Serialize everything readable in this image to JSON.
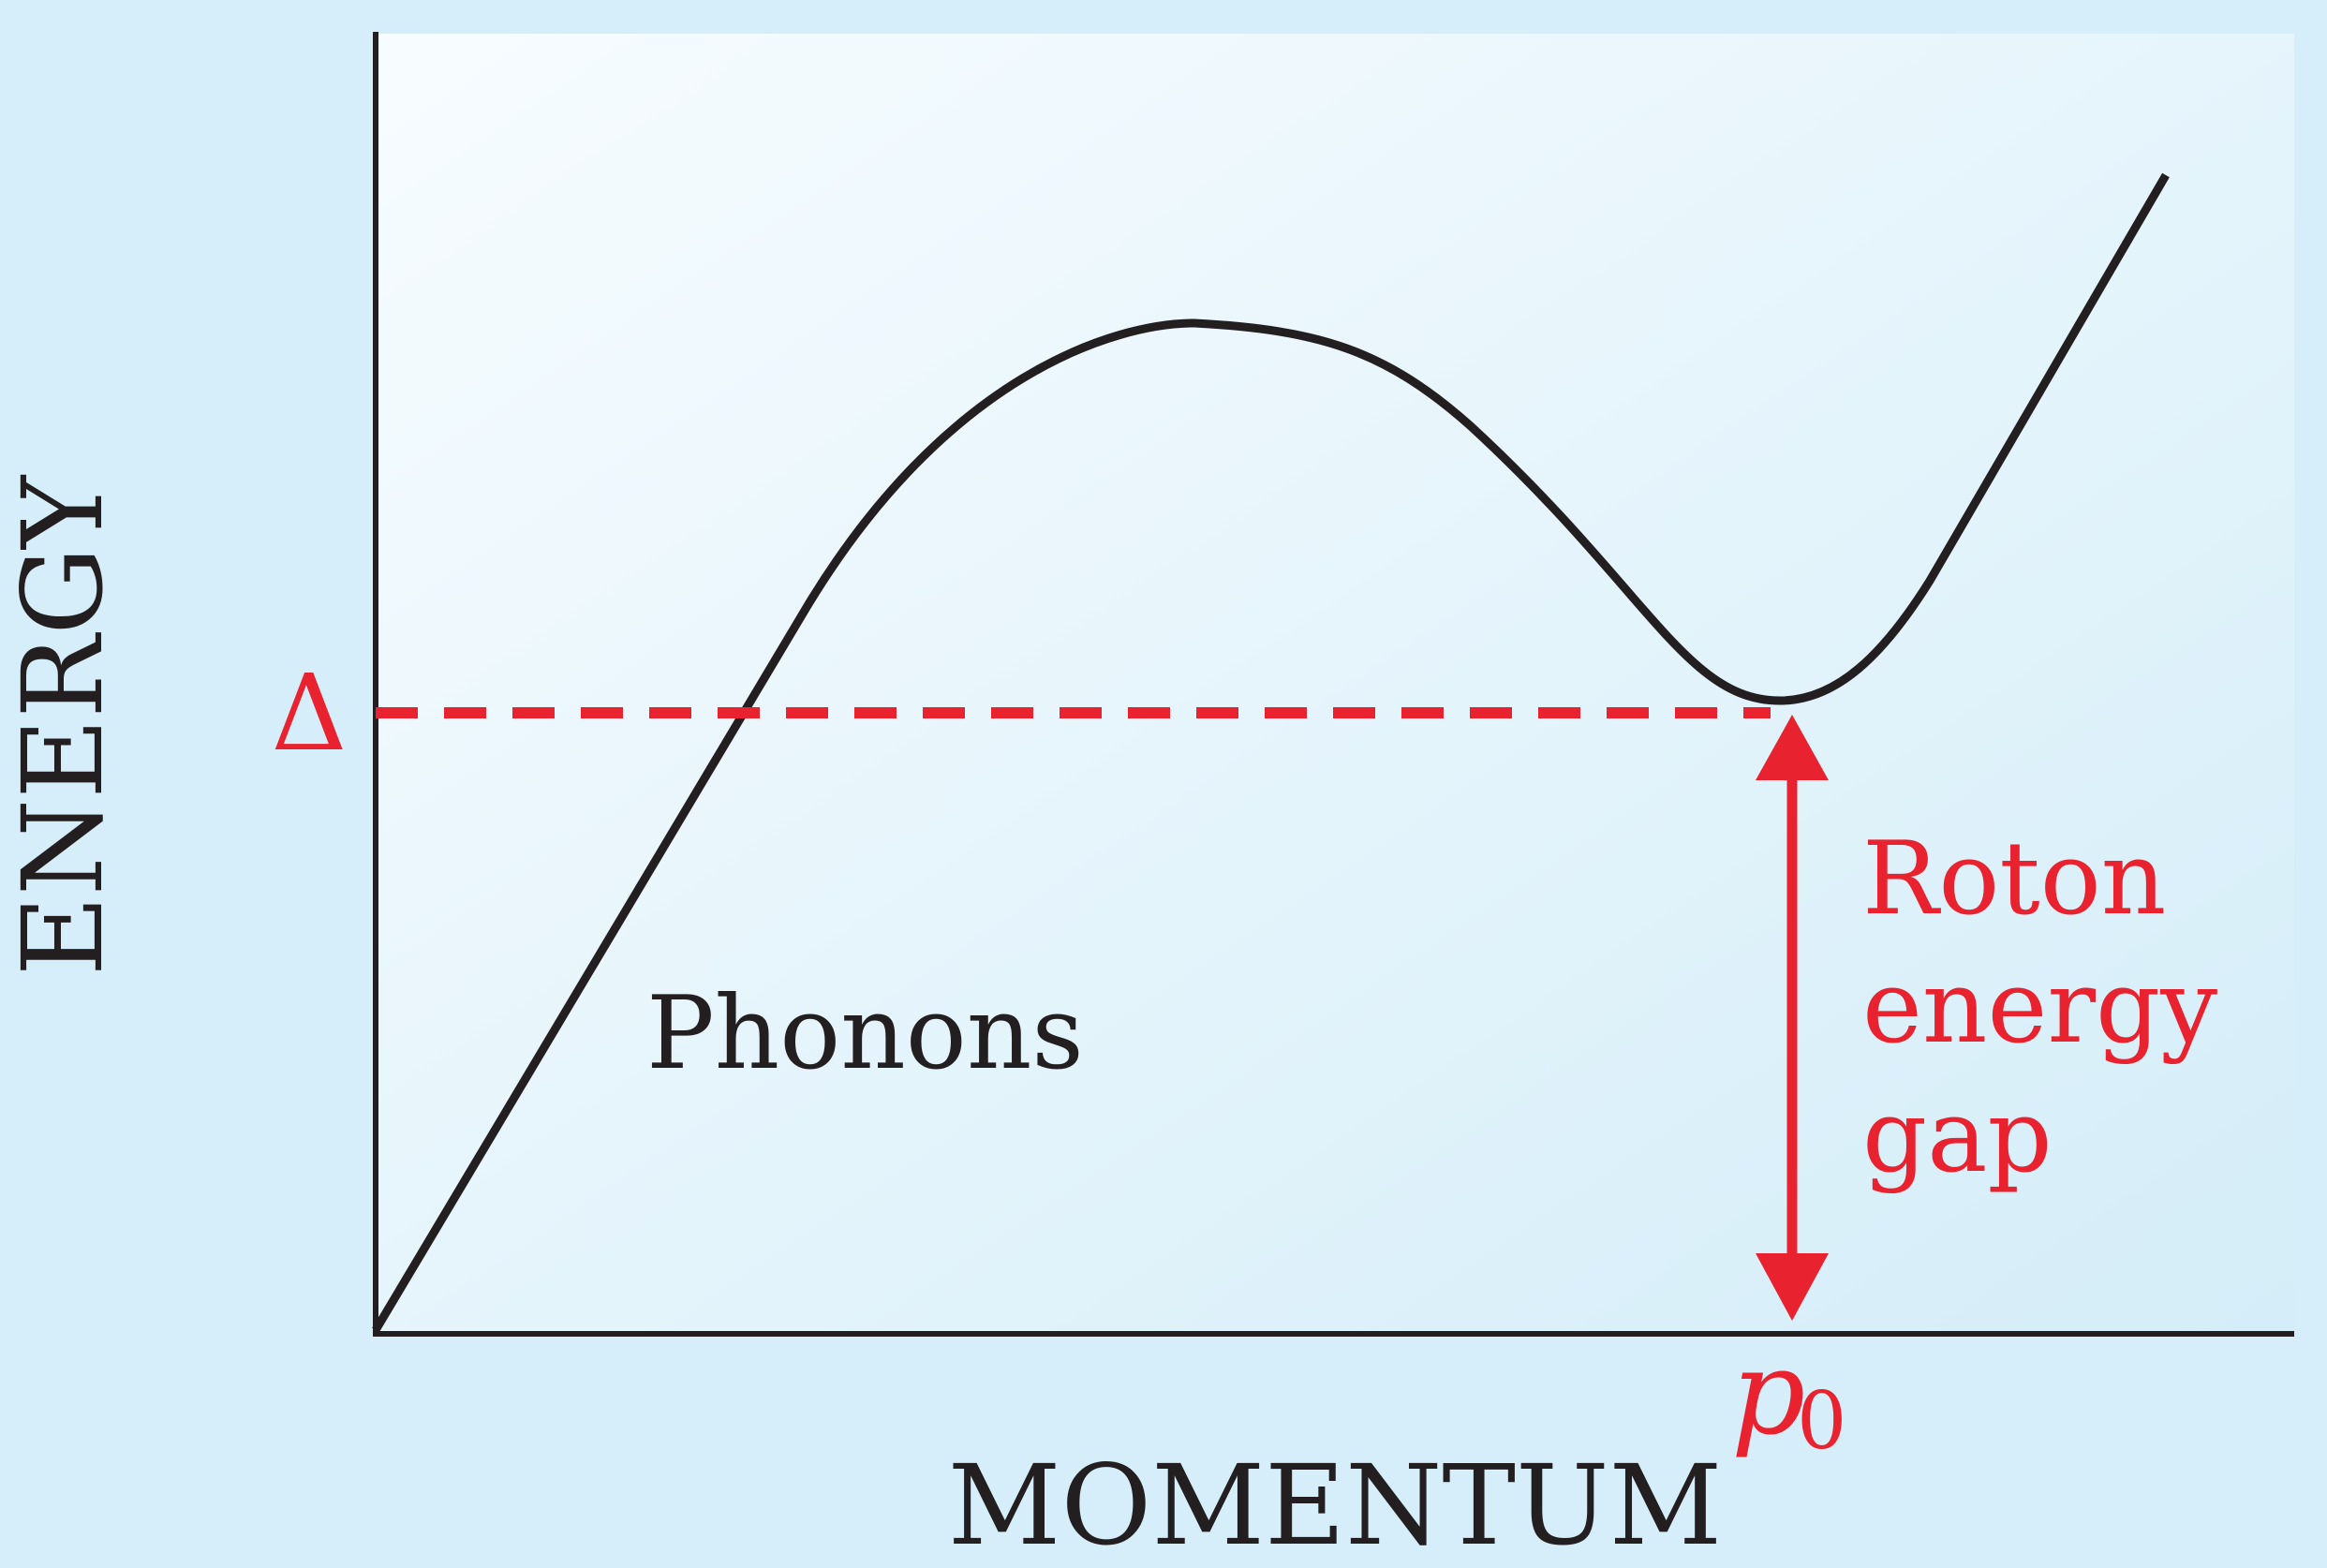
{
  "diagram": {
    "x_axis_label": "MOMENTUM",
    "y_axis_label": "ENERGY",
    "gap_symbol": "Δ",
    "p0_label": "p",
    "p0_subscript": "0",
    "phonons_label": "Phonons",
    "roton_label_lines": [
      "Roton",
      "energy",
      "gap"
    ]
  },
  "colors": {
    "background": "#d6eef9",
    "plot_bg_light": "#f4fafe",
    "plot_bg_dark": "#d8eff9",
    "curve": "#231f20",
    "accent": "#e8222e",
    "text": "#231f20"
  }
}
